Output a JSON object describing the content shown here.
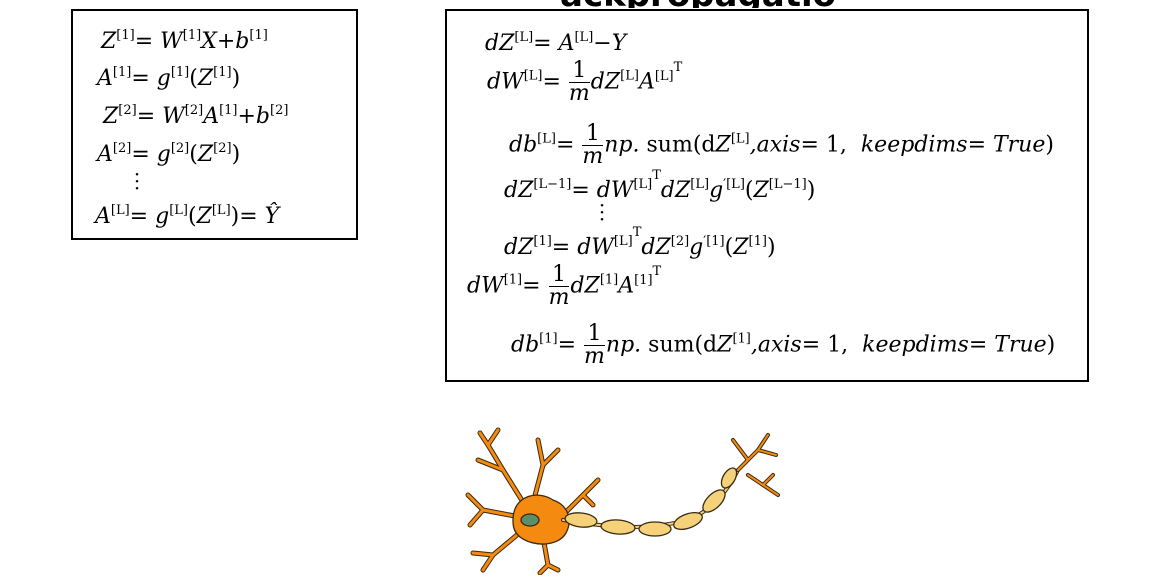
{
  "page": {
    "title_partial": "ackpropagatio"
  },
  "forward": {
    "equations": [
      "Z[1] = W[1] X + b[1]",
      "A[1] = g[1](Z[1])",
      "Z[2] = W[2] A[1] + b[2]",
      "A[2] = g[2](Z[2])",
      "A[L] = g[L](Z[L]) = Ŷ"
    ]
  },
  "backward": {
    "equations": [
      "dZ[L] = A[L] − Y",
      "dW[L] = (1/m) dZ[L] A[L]^T",
      "db[L] = (1/m) np.sum(dZ[L], axis=1, keepdims=True)",
      "dZ[L−1] = dW[L]^T dZ[L] g'[L](Z[L−1])",
      "dZ[1] = dW[L]^T dZ[2] g'[1](Z[1])",
      "dW[1] = (1/m) dZ[1] A[1]^T",
      "db[1] = (1/m) np.sum(dZ[1], axis=1, keepdims=True)"
    ]
  },
  "neuron": {
    "image": "neuron-illustration",
    "colors": {
      "dendrite": "#f58a11",
      "nucleus": "#5b8f6a",
      "myelin": "#f5d27a",
      "outline": "#3a2a10"
    }
  }
}
